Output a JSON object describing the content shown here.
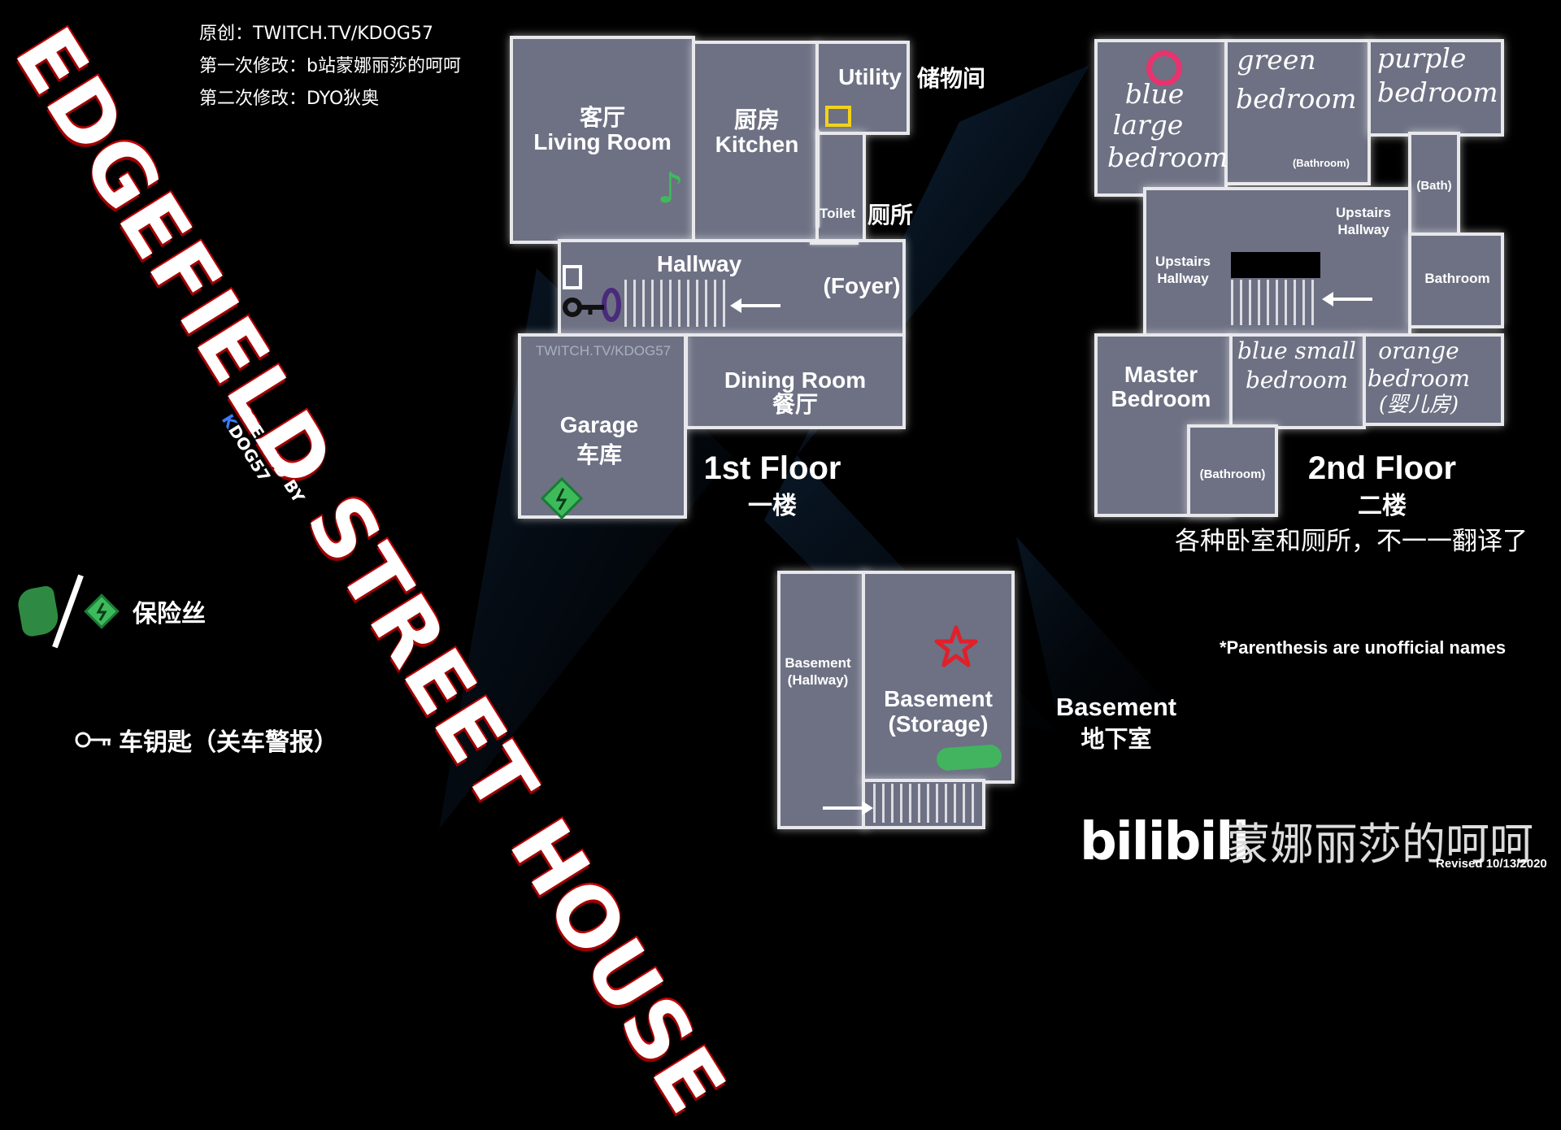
{
  "credits": {
    "original": "原创：TWITCH.TV/KDOG57",
    "first_edit": "第一次修改：b站蒙娜丽莎的呵呵",
    "second_edit": "第二次修改：DYO狄奥"
  },
  "title": "EDGEFIELD STREET HOUSE",
  "created_by": {
    "line1": "CREATED BY",
    "k": "K",
    "rest": "DOG57"
  },
  "first_floor": {
    "title": "1st Floor",
    "title_cn": "一楼",
    "rooms": {
      "living_room_cn": "客厅",
      "living_room": "Living Room",
      "kitchen_cn": "厨房",
      "kitchen": "Kitchen",
      "utility": "Utility",
      "utility_cn": "储物间",
      "toilet": "Toilet",
      "toilet_cn": "厕所",
      "hallway": "Hallway",
      "foyer": "(Foyer)",
      "dining_room": "Dining Room",
      "dining_room_cn": "餐厅",
      "garage": "Garage",
      "garage_cn": "车库",
      "watermark": "TWITCH.TV/KDOG57"
    }
  },
  "second_floor": {
    "title": "2nd Floor",
    "title_cn": "二楼",
    "note_cn": "各种卧室和厕所，不一一翻译了",
    "rooms": {
      "blue_large": [
        "blue",
        "large",
        "bedroom"
      ],
      "green": [
        "green",
        "bedroom"
      ],
      "purple": [
        "purple",
        "bedroom"
      ],
      "bathroom_small": "(Bathroom)",
      "bath": "(Bath)",
      "upstairs_hallway_right": [
        "Upstairs",
        "Hallway"
      ],
      "upstairs_hallway_left": [
        "Upstairs",
        "Hallway"
      ],
      "bathroom": "Bathroom",
      "master": [
        "Master",
        "Bedroom"
      ],
      "blue_small": [
        "blue small",
        "bedroom"
      ],
      "orange": [
        "orange",
        "bedroom",
        "(婴儿房)"
      ],
      "bathroom_bottom": "(Bathroom)"
    }
  },
  "basement": {
    "title": "Basement",
    "title_cn": "地下室",
    "hallway": [
      "Basement",
      "(Hallway)"
    ],
    "storage": [
      "Basement",
      "(Storage)"
    ]
  },
  "notes": {
    "parenthesis": "*Parenthesis are unofficial names",
    "revised": "Revised 10/13/2020"
  },
  "legend": {
    "fuse": "保险丝",
    "car_key": "车钥匙（关车警报）"
  },
  "branding": {
    "logo": "bilibili",
    "author": "蒙娜丽莎的呵呵"
  },
  "colors": {
    "background": "#000000",
    "room_fill": "#6d7183",
    "wall": "#e8e8ec",
    "title_red": "#c00000",
    "marker_pink": "#e8336e",
    "marker_yellow": "#f1d21c",
    "marker_green": "#3dbb5b",
    "marker_red": "#e0202a",
    "key_purple": "#4a2a7a",
    "beam": "#1e4a7a"
  },
  "icons": [
    "music-note-icon",
    "yellow-box-icon",
    "white-box-icon",
    "car-key-icon",
    "fuse-icon",
    "red-star-icon",
    "pink-circle-icon",
    "green-smudge-icon"
  ]
}
